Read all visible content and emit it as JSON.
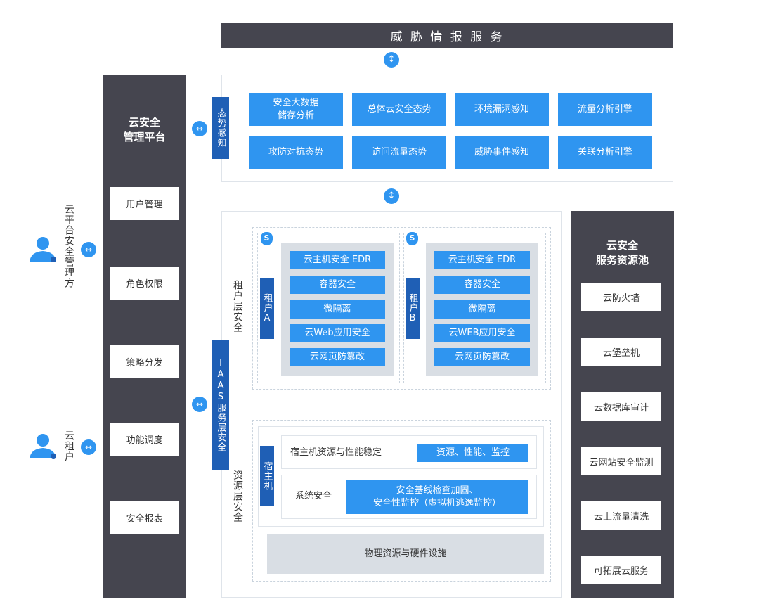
{
  "header": {
    "title": "威 胁 情 报 服 务"
  },
  "left_platform": {
    "title_line1": "云安全",
    "title_line2": "管理平台",
    "items": [
      "用户管理",
      "角色权限",
      "策略分发",
      "功能调度",
      "安全报表"
    ]
  },
  "actors": [
    {
      "label": "云平台安全管理方"
    },
    {
      "label": "云租户"
    }
  ],
  "situation": {
    "tag": "态势感知",
    "row1": [
      "安全大数据|储存分析",
      "总体云安全态势",
      "环境漏洞感知",
      "流量分析引擎"
    ],
    "row2": [
      "攻防对抗态势",
      "访问流量态势",
      "威胁事件感知",
      "关联分析引擎"
    ]
  },
  "iaas": {
    "tag": "IAAS服务层安全",
    "tenant_layer_label": "租户层安全",
    "resource_layer_label": "资源层安全",
    "shield_glyph": "S",
    "tenant_a": {
      "tag": "租户A",
      "items": [
        "云主机安全 EDR",
        "容器安全",
        "微隔离",
        "云Web应用安全",
        "云网页防篡改"
      ]
    },
    "tenant_b": {
      "tag": "租户B",
      "items": [
        "云主机安全 EDR",
        "容器安全",
        "微隔离",
        "云WEB应用安全",
        "云网页防篡改"
      ]
    },
    "host": {
      "tag": "宿主机",
      "row1_label": "宿主机资源与性能稳定",
      "row1_box": "资源、性能、监控",
      "row2_label": "系统安全",
      "row2_box_line1": "安全基线检查加固、",
      "row2_box_line2": "安全性监控（虚拟机逃逸监控）"
    },
    "physical": "物理资源与硬件设施"
  },
  "resource_pool": {
    "title_line1": "云安全",
    "title_line2": "服务资源池",
    "items": [
      "云防火墙",
      "云堡垒机",
      "云数据库审计",
      "云网站安全监测",
      "云上流量清洗",
      "可拓展云服务"
    ]
  },
  "colors": {
    "dark": "#45454f",
    "blue": "#2f95f0",
    "navy": "#1f5fb5",
    "gray": "#d9dee4"
  }
}
